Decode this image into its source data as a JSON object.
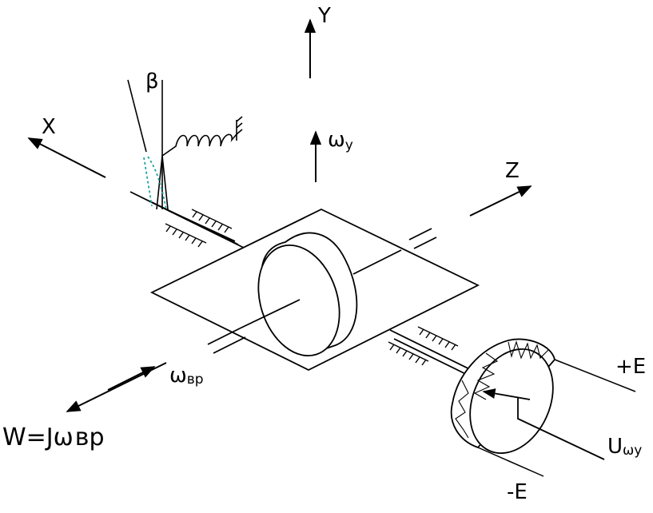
{
  "diagram": {
    "axis_labels": {
      "y": "Y",
      "x": "X",
      "z": "Z"
    },
    "angle_label": "β",
    "omega": {
      "symbol": "ω",
      "y_sub": "y",
      "vr_sub": "вр"
    },
    "momentum_label": {
      "main": "W=Jω",
      "sub": "вр"
    },
    "voltage": {
      "plus": "+E",
      "minus": "-E",
      "u_main": "U",
      "u_sub": "ωy"
    },
    "colors": {
      "line": "#000000",
      "dashed_accent": "#1fa3a3",
      "background": "#ffffff"
    }
  }
}
